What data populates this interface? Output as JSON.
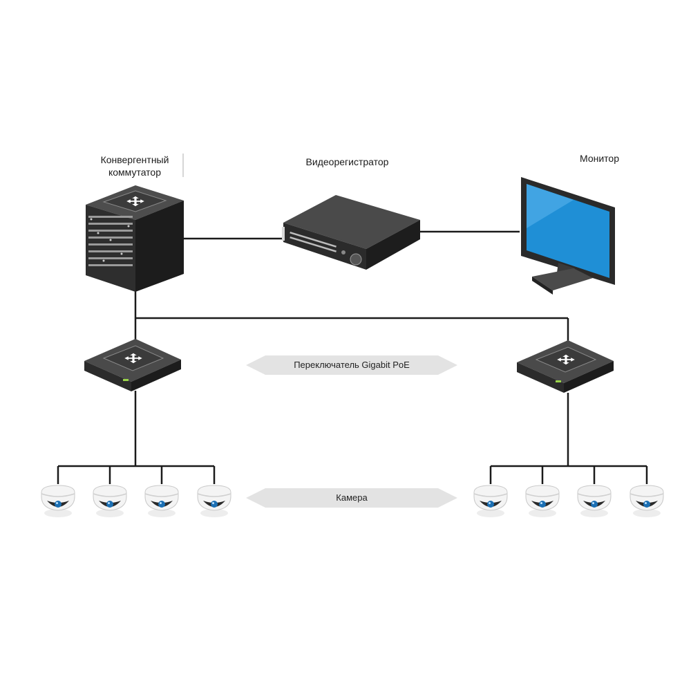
{
  "labels": {
    "core_switch_line1": "Конвергентный",
    "core_switch_line2": "коммутатор",
    "nvr": "Видеорегистратор",
    "monitor": "Монитор",
    "poe_switch": "Переключатель Gigabit PoE",
    "camera": "Камера"
  },
  "colors": {
    "line": "#1a1a1a",
    "device_dark": "#2e2e2e",
    "device_side": "#1c1c1c",
    "device_top": "#4a4a4a",
    "screen": "#1f8fd6",
    "arrow_fill": "#e3e3e3",
    "camera_shell": "#f2f2f2",
    "camera_lens": "#1b6fb3"
  },
  "icons": {
    "core_switch": "rack-switch-icon",
    "nvr": "nvr-icon",
    "monitor": "monitor-icon",
    "poe_switch": "poe-switch-icon",
    "camera": "dome-camera-icon",
    "double_arrow": "double-arrow-icon"
  }
}
